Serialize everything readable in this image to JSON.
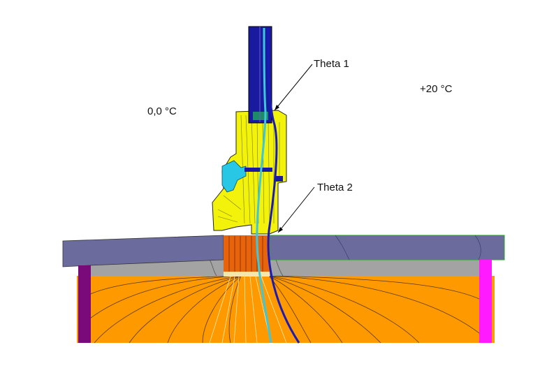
{
  "labels": {
    "temp_inside": "0,0 °C",
    "temp_outside": "+20 °C",
    "theta1": "Theta 1",
    "theta2": "Theta 2"
  },
  "colors": {
    "frame_yellow": "#f2f20a",
    "glass_blue": "#1a1aa0",
    "gasket_cyan": "#29c7e6",
    "sill_slate": "#6b6b9e",
    "wall_orange": "#ff9900",
    "insulation_dark_orange": "#e8640a",
    "concrete_gray": "#a0a0a0",
    "isotherm_blue": "#1a1ab4",
    "isotherm_cyan": "#3cc8dc",
    "edge_purple": "#7a0a7a",
    "edge_magenta": "#ff1aff"
  }
}
